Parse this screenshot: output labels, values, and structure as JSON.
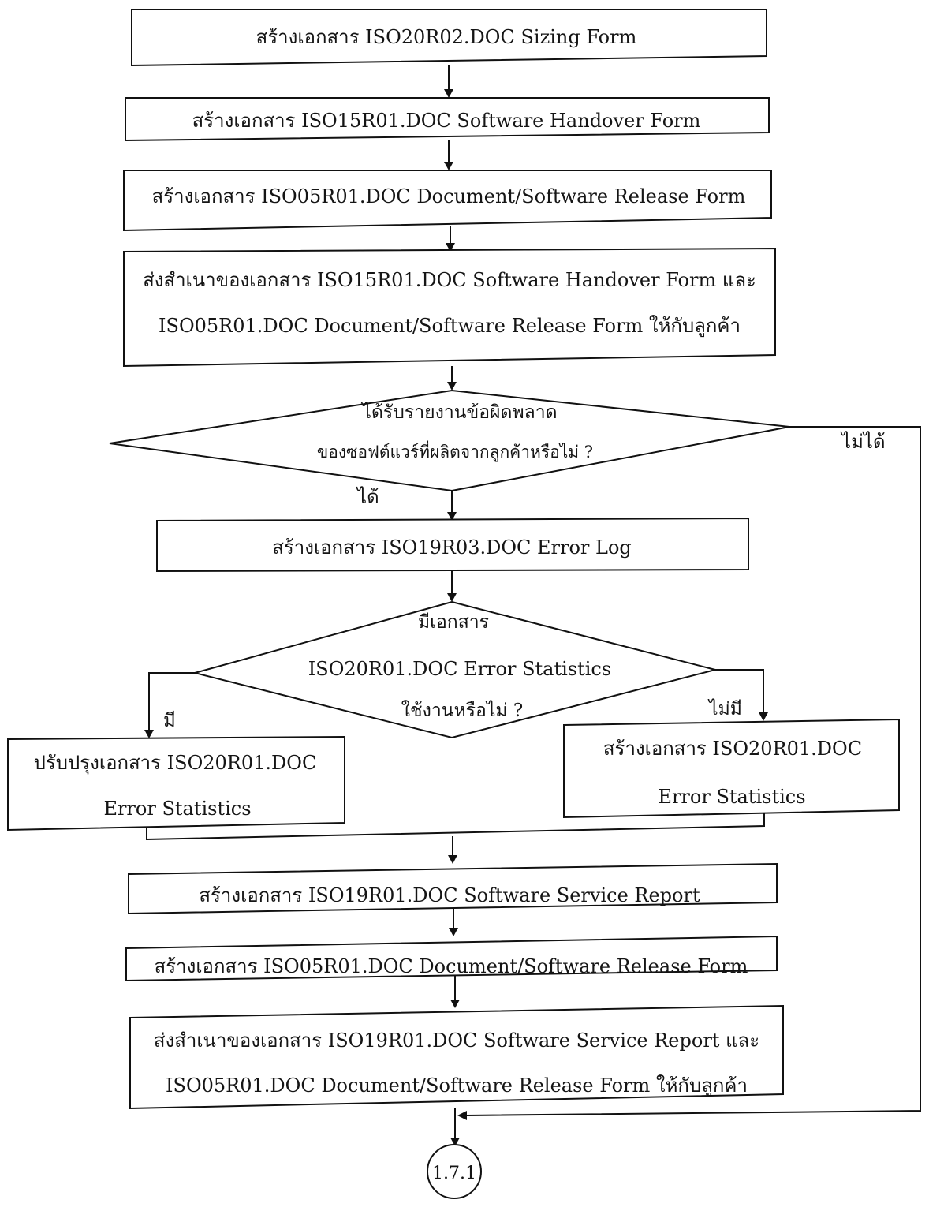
{
  "flowchart": {
    "step1": "สร้างเอกสาร ISO20R02.DOC Sizing Form",
    "step2": "สร้างเอกสาร ISO15R01.DOC Software Handover Form",
    "step3": "สร้างเอกสาร ISO05R01.DOC Document/Software Release Form",
    "step4": [
      "ส่งสำเนาของเอกสาร ISO15R01.DOC Software Handover Form และ",
      "ISO05R01.DOC Document/Software Release Form ให้กับลูกค้า"
    ],
    "decision1": [
      "ได้รับรายงานข้อผิดพลาด",
      "ของซอฟต์แวร์ที่ผลิตจากลูกค้าหรือไม่ ?"
    ],
    "decision1_yes": "ได้",
    "decision1_no": "ไม่ได้",
    "step5": "สร้างเอกสาร ISO19R03.DOC Error Log",
    "decision2": [
      "มีเอกสาร",
      "ISO20R01.DOC Error Statistics",
      "ใช้งานหรือไม่ ?"
    ],
    "decision2_yes": "มี",
    "decision2_no": "ไม่มี",
    "step6_left": [
      "ปรับปรุงเอกสาร ISO20R01.DOC",
      "Error Statistics"
    ],
    "step6_right": [
      "สร้างเอกสาร ISO20R01.DOC",
      "Error Statistics"
    ],
    "step7": "สร้างเอกสาร ISO19R01.DOC Software Service Report",
    "step8": "สร้างเอกสาร ISO05R01.DOC Document/Software Release Form",
    "step9": [
      "ส่งสำเนาของเอกสาร ISO19R01.DOC Software Service Report และ",
      "ISO05R01.DOC Document/Software Release Form ให้กับลูกค้า"
    ],
    "connector": "1.7.1"
  }
}
